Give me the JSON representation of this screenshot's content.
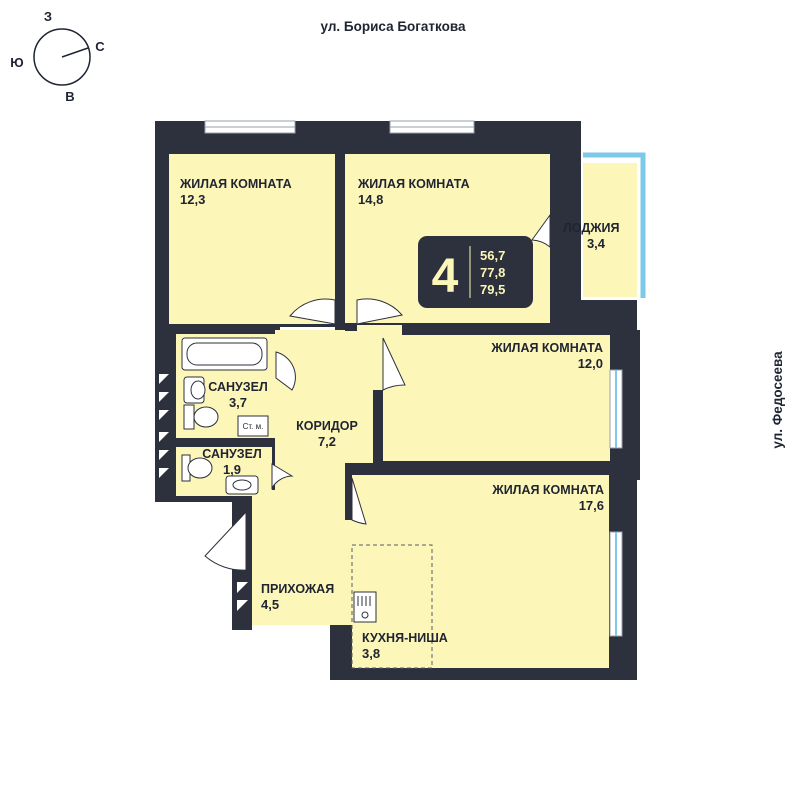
{
  "colors": {
    "wall": "#2c313d",
    "floor": "#fdf6b9",
    "glass": "#7cc9ea",
    "badge": "#2c313d",
    "badge_text": "#fdf6b9",
    "text": "#1e2432"
  },
  "streets": {
    "top": "ул. Бориса Богаткова",
    "right": "ул. Федосеева"
  },
  "compass": {
    "north": "З",
    "east": "С",
    "south": "В",
    "west": "Ю"
  },
  "badge": {
    "rooms": "4",
    "area_living": "56,7",
    "area_total": "77,8",
    "area_with_loggia": "79,5"
  },
  "rooms": {
    "living1": {
      "name": "ЖИЛАЯ КОМНАТА",
      "area": "12,3"
    },
    "living2": {
      "name": "ЖИЛАЯ КОМНАТА",
      "area": "14,8"
    },
    "loggia": {
      "name": "ЛОДЖИЯ",
      "area": "3,4"
    },
    "living3": {
      "name": "ЖИЛАЯ КОМНАТА",
      "area": "12,0"
    },
    "living4": {
      "name": "ЖИЛАЯ КОМНАТА",
      "area": "17,6"
    },
    "bath1": {
      "name": "САНУЗЕЛ",
      "area": "3,7"
    },
    "bath2": {
      "name": "САНУЗЕЛ",
      "area": "1,9"
    },
    "corridor": {
      "name": "КОРИДОР",
      "area": "7,2"
    },
    "hall": {
      "name": "ПРИХОЖАЯ",
      "area": "4,5"
    },
    "kitchen": {
      "name": "КУХНЯ-НИША",
      "area": "3,8"
    }
  },
  "washer_label": "Ст. м."
}
